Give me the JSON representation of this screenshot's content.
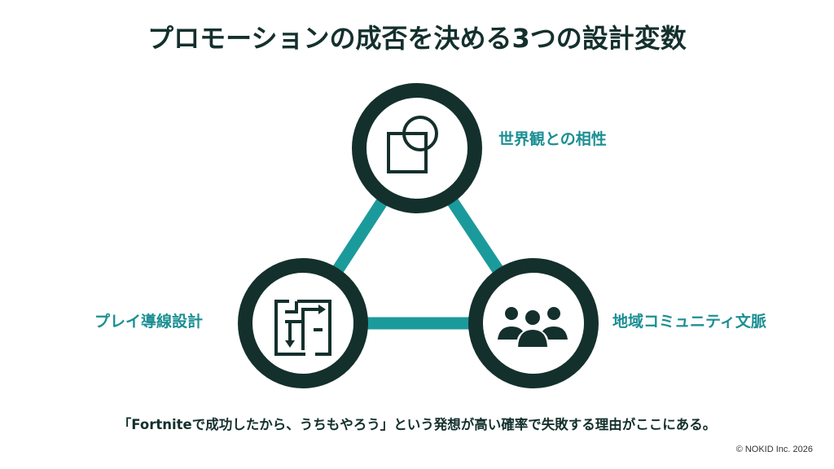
{
  "title": "プロモーションの成否を決める3つの設計変数",
  "nodes": [
    {
      "label": "世界観との相性",
      "icon": "overlapping-shapes-icon"
    },
    {
      "label": "プレイ導線設計",
      "icon": "maze-icon"
    },
    {
      "label": "地域コミュニティ文脈",
      "icon": "people-group-icon"
    }
  ],
  "footer": "「Fortniteで成功したから、うちもやろう」という発想が高い確率で失敗する理由がここにある。",
  "copyright": "© NOKID Inc. 2026",
  "colors": {
    "dark": "#14302c",
    "teal": "#1b9a9c"
  }
}
